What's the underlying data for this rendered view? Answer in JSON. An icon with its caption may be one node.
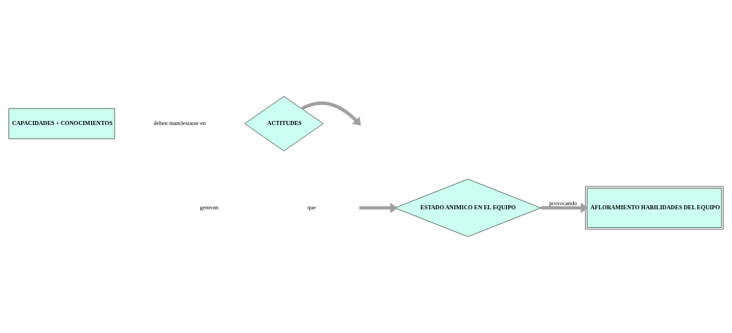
{
  "diagram": {
    "nodes": [
      {
        "text": [
          "CAPACIDADES + CONOCIMIENTOS"
        ]
      },
      {
        "text": [
          "ACTITUDES"
        ]
      },
      {
        "text": [
          "ESTADO ANIMICO EN EL EQUIPO"
        ]
      },
      {
        "text": [
          "AFLORAMIENTO HABILIDADES DEL EQUIPO"
        ]
      }
    ],
    "edges": [
      {
        "from": 1,
        "to": null,
        "arrow": "to"
      },
      {
        "from": null,
        "to": 2,
        "arrow": "to"
      },
      {
        "from": 2,
        "to": 3,
        "label": "provocando",
        "arrow": "to"
      }
    ],
    "labels": [
      "deben manifestarse en",
      "que",
      "generan"
    ]
  }
}
